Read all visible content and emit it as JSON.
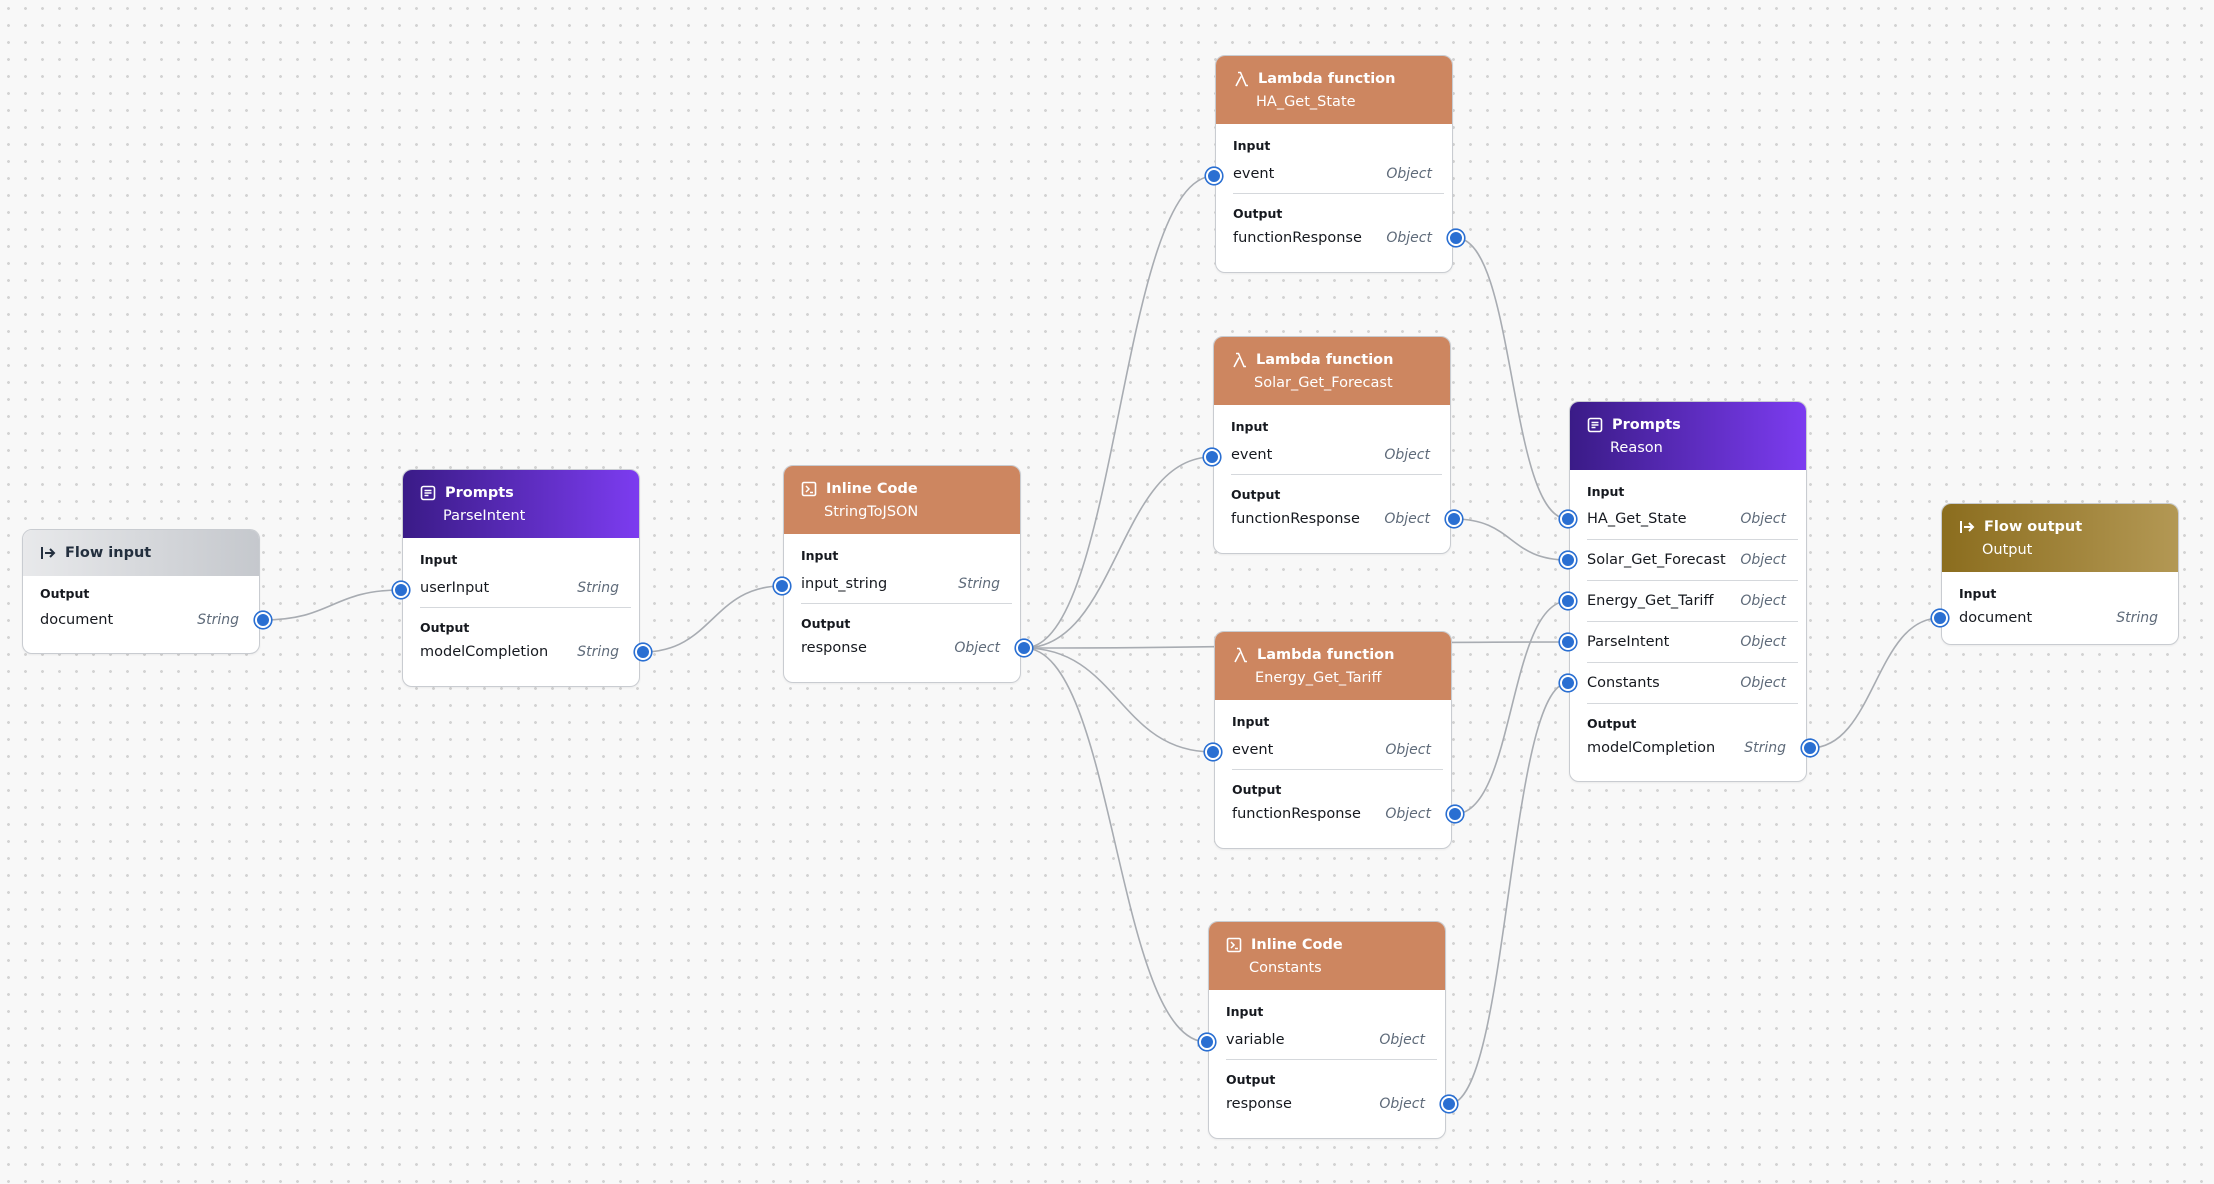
{
  "nodes": {
    "flow_input": {
      "type": "Flow input",
      "output_label": "Output",
      "outputs": [
        {
          "name": "document",
          "type": "String"
        }
      ]
    },
    "parse_intent": {
      "type": "Prompts",
      "name": "ParseIntent",
      "input_label": "Input",
      "output_label": "Output",
      "inputs": [
        {
          "name": "userInput",
          "type": "String"
        }
      ],
      "outputs": [
        {
          "name": "modelCompletion",
          "type": "String"
        }
      ]
    },
    "string_to_json": {
      "type": "Inline Code",
      "name": "StringToJSON",
      "input_label": "Input",
      "output_label": "Output",
      "inputs": [
        {
          "name": "input_string",
          "type": "String"
        }
      ],
      "outputs": [
        {
          "name": "response",
          "type": "Object"
        }
      ]
    },
    "ha_get_state": {
      "type": "Lambda function",
      "name": "HA_Get_State",
      "input_label": "Input",
      "output_label": "Output",
      "inputs": [
        {
          "name": "event",
          "type": "Object"
        }
      ],
      "outputs": [
        {
          "name": "functionResponse",
          "type": "Object"
        }
      ]
    },
    "solar_get_forecast": {
      "type": "Lambda function",
      "name": "Solar_Get_Forecast",
      "input_label": "Input",
      "output_label": "Output",
      "inputs": [
        {
          "name": "event",
          "type": "Object"
        }
      ],
      "outputs": [
        {
          "name": "functionResponse",
          "type": "Object"
        }
      ]
    },
    "energy_get_tariff": {
      "type": "Lambda function",
      "name": "Energy_Get_Tariff",
      "input_label": "Input",
      "output_label": "Output",
      "inputs": [
        {
          "name": "event",
          "type": "Object"
        }
      ],
      "outputs": [
        {
          "name": "functionResponse",
          "type": "Object"
        }
      ]
    },
    "constants": {
      "type": "Inline Code",
      "name": "Constants",
      "input_label": "Input",
      "output_label": "Output",
      "inputs": [
        {
          "name": "variable",
          "type": "Object"
        }
      ],
      "outputs": [
        {
          "name": "response",
          "type": "Object"
        }
      ]
    },
    "reason": {
      "type": "Prompts",
      "name": "Reason",
      "input_label": "Input",
      "output_label": "Output",
      "inputs": [
        {
          "name": "HA_Get_State",
          "type": "Object"
        },
        {
          "name": "Solar_Get_Forecast",
          "type": "Object"
        },
        {
          "name": "Energy_Get_Tariff",
          "type": "Object"
        },
        {
          "name": "ParseIntent",
          "type": "Object"
        },
        {
          "name": "Constants",
          "type": "Object"
        }
      ],
      "outputs": [
        {
          "name": "modelCompletion",
          "type": "String"
        }
      ]
    },
    "flow_output": {
      "type": "Flow output",
      "name": "Output",
      "input_label": "Input",
      "inputs": [
        {
          "name": "document",
          "type": "String"
        }
      ]
    }
  },
  "connections": [
    {
      "from": "flow_input.document",
      "to": "parse_intent.userInput"
    },
    {
      "from": "parse_intent.modelCompletion",
      "to": "string_to_json.input_string"
    },
    {
      "from": "string_to_json.response",
      "to": "ha_get_state.event"
    },
    {
      "from": "string_to_json.response",
      "to": "solar_get_forecast.event"
    },
    {
      "from": "string_to_json.response",
      "to": "energy_get_tariff.event"
    },
    {
      "from": "string_to_json.response",
      "to": "constants.variable"
    },
    {
      "from": "string_to_json.response",
      "to": "reason.ParseIntent"
    },
    {
      "from": "ha_get_state.functionResponse",
      "to": "reason.HA_Get_State"
    },
    {
      "from": "solar_get_forecast.functionResponse",
      "to": "reason.Solar_Get_Forecast"
    },
    {
      "from": "energy_get_tariff.functionResponse",
      "to": "reason.Energy_Get_Tariff"
    },
    {
      "from": "constants.response",
      "to": "reason.Constants"
    },
    {
      "from": "reason.modelCompletion",
      "to": "flow_output.document"
    }
  ],
  "colors": {
    "prompts": "#5a2bd0",
    "lambda": "#cd8660",
    "inline_code": "#cd8660",
    "flow_output": "#9c7f34",
    "flow_input": "#d3d5d9",
    "port": "#2a6fd2"
  }
}
